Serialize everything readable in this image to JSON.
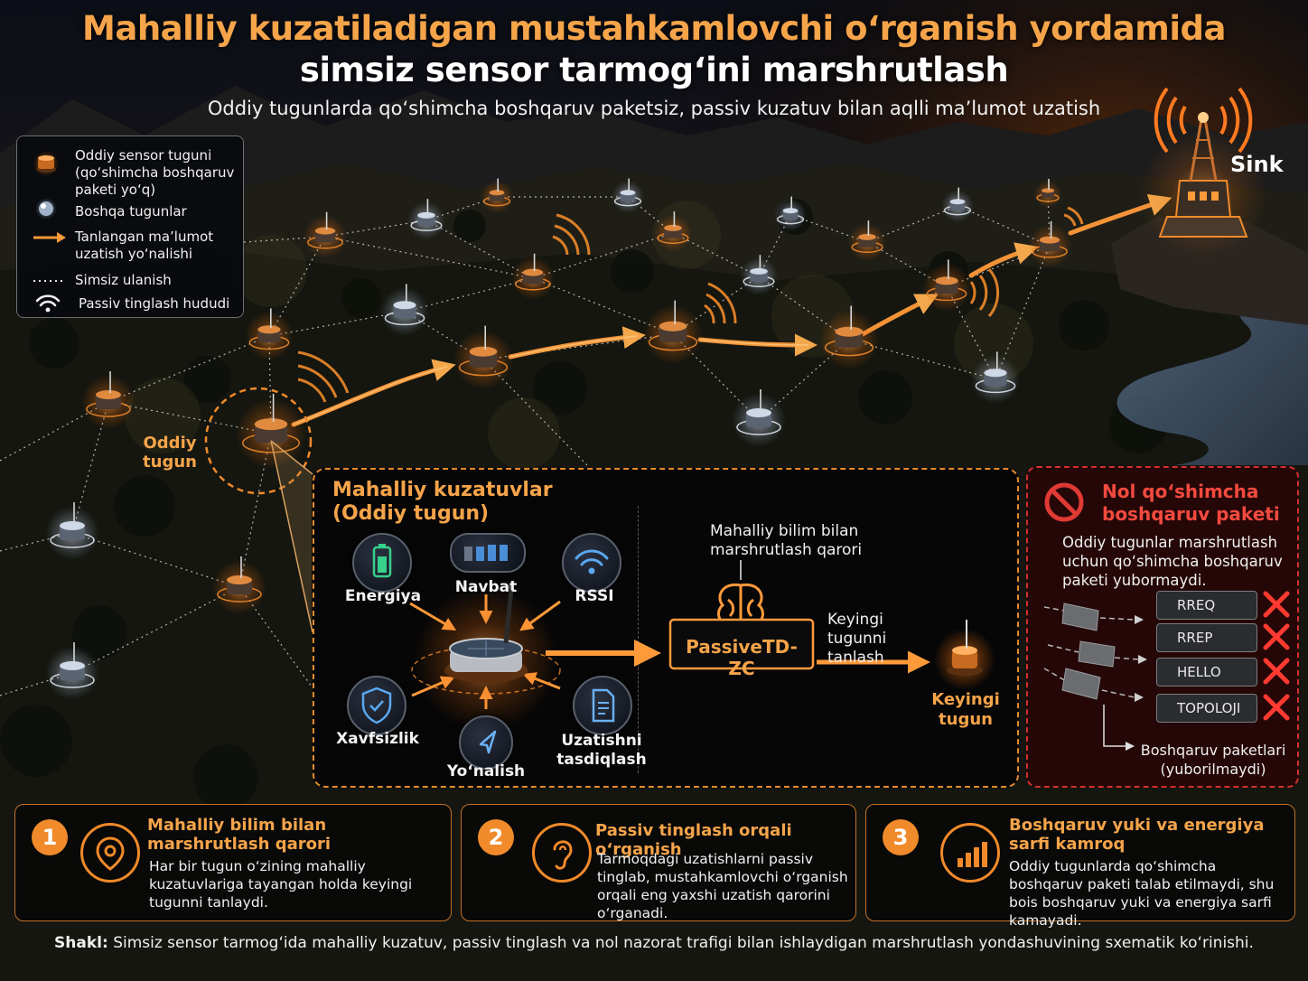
{
  "title": {
    "line1": "Mahalliy kuzatiladigan mustahkamlovchi o‘rganish yordamida",
    "line2": "simsiz sensor tarmog‘ini marshrutlash",
    "subtitle": "Oddiy tugunlarda qo‘shimcha boshqaruv paketsiz, passiv kuzatuv bilan aqlli ma’lumot uzatish"
  },
  "legend": {
    "items": [
      {
        "icon": "orange-node-icon",
        "label": "Oddiy sensor tuguni (qo‘shimcha boshqaruv paketi yo‘q)"
      },
      {
        "icon": "white-node-icon",
        "label": "Boshqa tugunlar"
      },
      {
        "icon": "orange-arrow-icon",
        "label": "Tanlangan ma’lumot uzatish yo‘nalishi"
      },
      {
        "icon": "dotted-line-icon",
        "label": "Simsiz ulanish"
      },
      {
        "icon": "wifi-icon",
        "label": "Passiv tinglash hududi"
      }
    ]
  },
  "map": {
    "sink_label": "Sink",
    "ordinary_node_label": "Oddiy tugun"
  },
  "observations": {
    "title": "Mahalliy kuzatuvlar",
    "subtitle": "(Oddiy tugun)",
    "inputs": [
      {
        "icon": "battery-icon",
        "label": "Energiya"
      },
      {
        "icon": "queue-bars-icon",
        "label": "Navbat"
      },
      {
        "icon": "wifi-icon",
        "label": "RSSI"
      },
      {
        "icon": "shield-icon",
        "label": "Xavfsizlik"
      },
      {
        "icon": "navigation-icon",
        "label": "Yo‘nalish"
      },
      {
        "icon": "document-icon",
        "label": "Uzatishni tasdiqlash"
      }
    ],
    "decision_note": "Mahalliy bilim bilan marshrutlash qarori",
    "algorithm": "PassiveTD-ZC",
    "select_label": "Keyingi tugunni tanlash",
    "next_node_label": "Keyingi tugun"
  },
  "zero_control": {
    "title": "Nol qo‘shimcha boshqaruv paketi",
    "text": "Oddiy tugunlar marshrutlash uchun qo‘shimcha boshqaruv paketi yubormaydi.",
    "packets": [
      "RREQ",
      "RREP",
      "HELLO",
      "TOPOLOJI"
    ],
    "footer": "Boshqaruv paketlari (yuborilmaydi)"
  },
  "cards": [
    {
      "number": "1",
      "icon": "location-pin-icon",
      "title": "Mahalliy bilim bilan marshrutlash qarori",
      "text": "Har bir tugun o‘zining mahalliy kuzatuvlariga tayangan holda keyingi tugunni tanlaydi."
    },
    {
      "number": "2",
      "icon": "ear-icon",
      "title": "Passiv tinglash orqali o‘rganish",
      "text": "Tarmoqdagi uzatishlarni passiv tinglab, mustahkamlovchi o‘rganish orqali eng yaxshi uzatish qarorini o‘rganadi."
    },
    {
      "number": "3",
      "icon": "bar-chart-icon",
      "title": "Boshqaruv yuki va energiya sarfi kamroq",
      "text": "Oddiy tugunlarda qo‘shimcha boshqaruv paketi talab etilmaydi, shu bois boshqaruv yuki va energiya sarfi kamayadi."
    }
  ],
  "caption": {
    "prefix": "Shakl:",
    "text": "Simsiz sensor tarmog‘ida mahalliy kuzatuv, passiv tinglash va nol nazorat trafigi bilan ishlaydigan marshrutlash yondashuvining sxematik ko‘rinishi."
  },
  "colors": {
    "accent": "#f08a2a",
    "title": "#f5a44a",
    "danger": "#d4302e",
    "node_white": "#cfd8e6"
  }
}
